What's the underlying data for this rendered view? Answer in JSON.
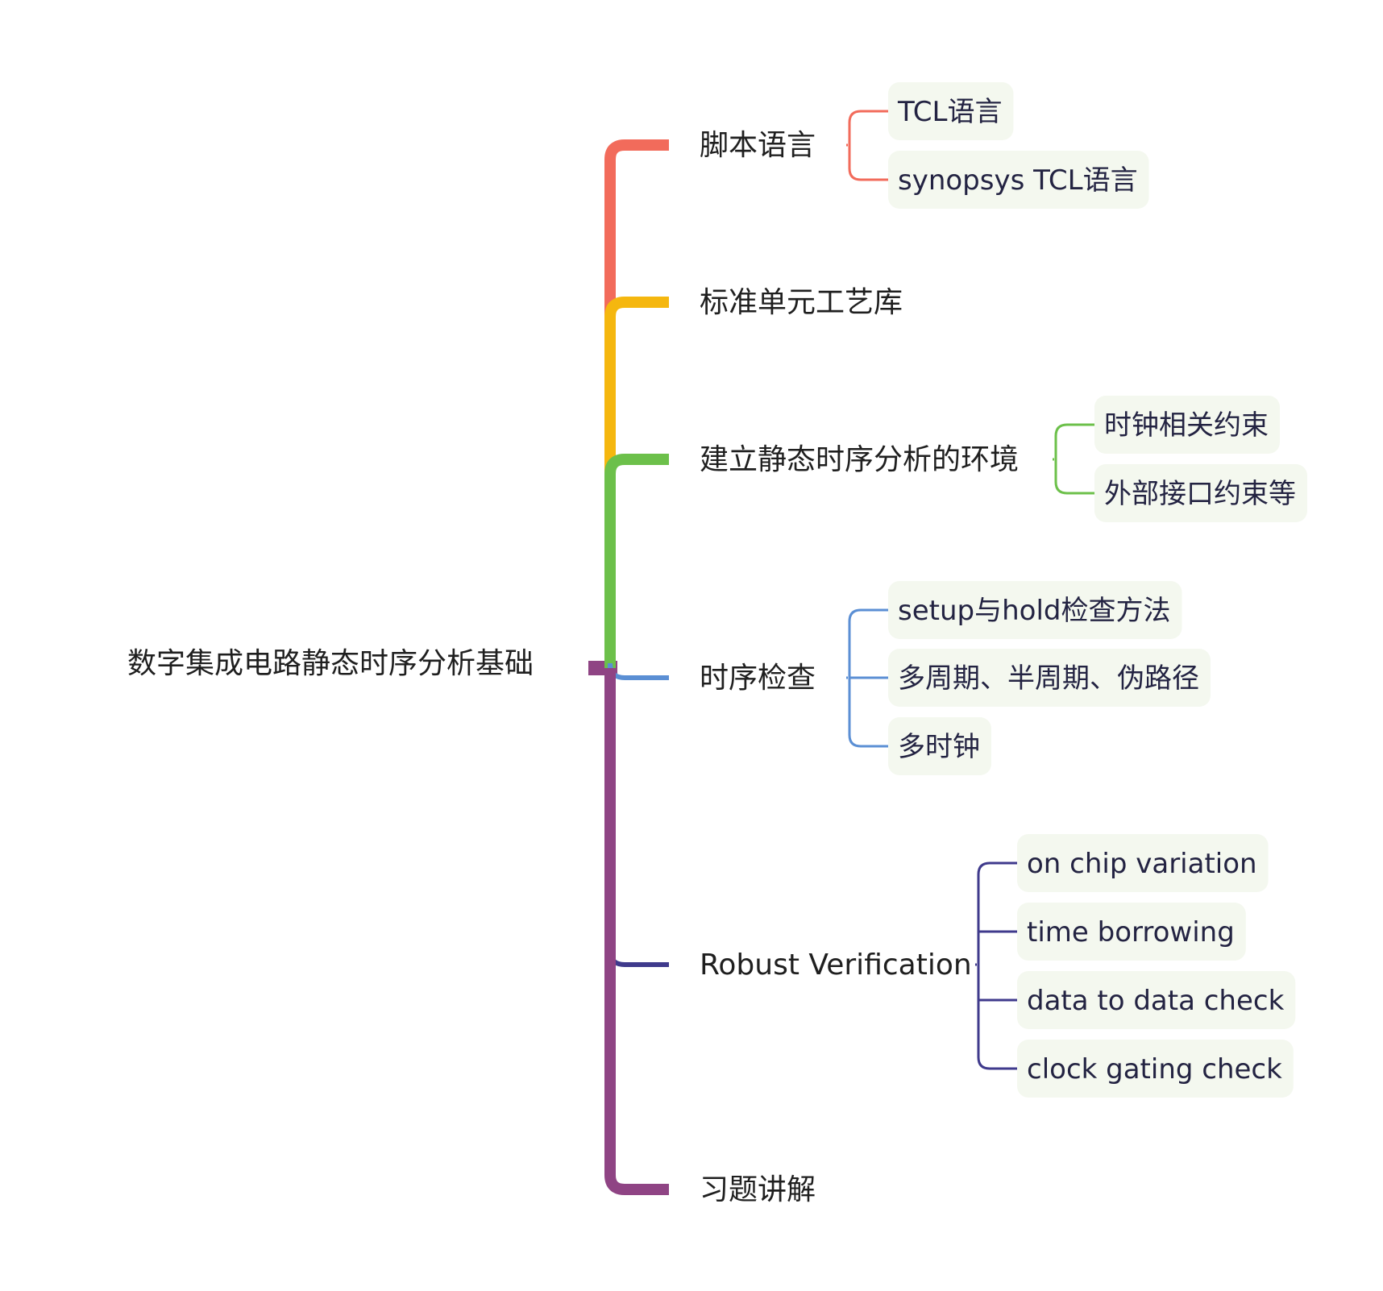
{
  "root": {
    "label": "数字集成电路静态时序分析基础",
    "color": "#8f4484"
  },
  "branches": [
    {
      "label": "脚本语言",
      "color": "#f26b5b",
      "children": [
        "TCL语言",
        "synopsys TCL语言"
      ]
    },
    {
      "label": "标准单元工艺库",
      "color": "#f5b70f",
      "children": []
    },
    {
      "label": "建立静态时序分析的环境",
      "color": "#6cc04a",
      "children": [
        "时钟相关约束",
        "外部接口约束等"
      ]
    },
    {
      "label": "时序检查",
      "color": "#5b8fd4",
      "children": [
        "setup与hold检查方法",
        "多周期、半周期、伪路径",
        "多时钟"
      ]
    },
    {
      "label": "Robust Verification",
      "color": "#3f3a8c",
      "children": [
        "on chip variation",
        "time borrowing",
        "data to data check",
        "clock gating check"
      ]
    },
    {
      "label": "习题讲解",
      "color": "#8f4484",
      "children": []
    }
  ]
}
